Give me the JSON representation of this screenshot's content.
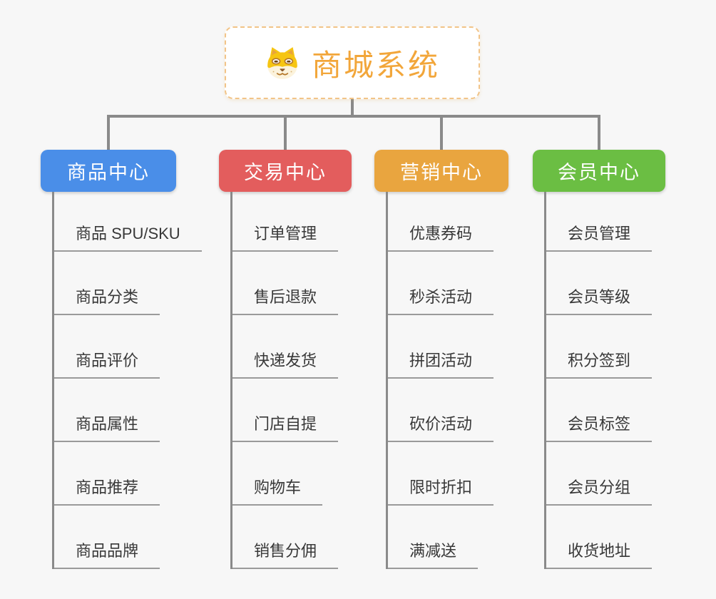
{
  "page": {
    "background": "#F7F7F7"
  },
  "root": {
    "title": "商城系统",
    "title_color": "#F2A63A",
    "border_color": "#F2C488",
    "icon": "shiba-dog-icon"
  },
  "connector_color": "#8A8A8A",
  "branches": [
    {
      "label": "商品中心",
      "color": "#4A8EE8",
      "children": [
        "商品 SPU/SKU",
        "商品分类",
        "商品评价",
        "商品属性",
        "商品推荐",
        "商品品牌"
      ]
    },
    {
      "label": "交易中心",
      "color": "#E35D5D",
      "children": [
        "订单管理",
        "售后退款",
        "快递发货",
        "门店自提",
        "购物车",
        "销售分佣"
      ]
    },
    {
      "label": "营销中心",
      "color": "#E9A53F",
      "children": [
        "优惠券码",
        "秒杀活动",
        "拼团活动",
        "砍价活动",
        "限时折扣",
        "满减送"
      ]
    },
    {
      "label": "会员中心",
      "color": "#6BBE43",
      "children": [
        "会员管理",
        "会员等级",
        "积分签到",
        "会员标签",
        "会员分组",
        "收货地址"
      ]
    }
  ]
}
